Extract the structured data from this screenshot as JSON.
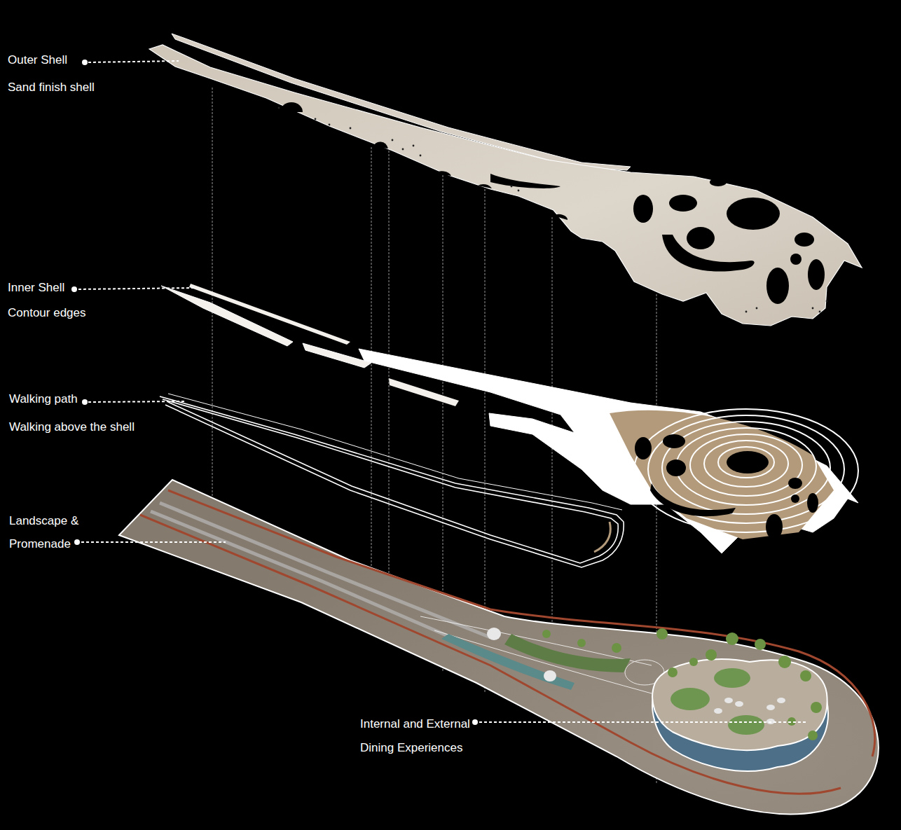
{
  "diagram": {
    "labels": [
      "Outer Shell",
      "Sand finish shell",
      "Inner Shell",
      "Contour edges",
      "Walking path",
      "Walking above the shell",
      "Landscape & Promenade",
      "Internal and External Dining Experiences"
    ]
  }
}
